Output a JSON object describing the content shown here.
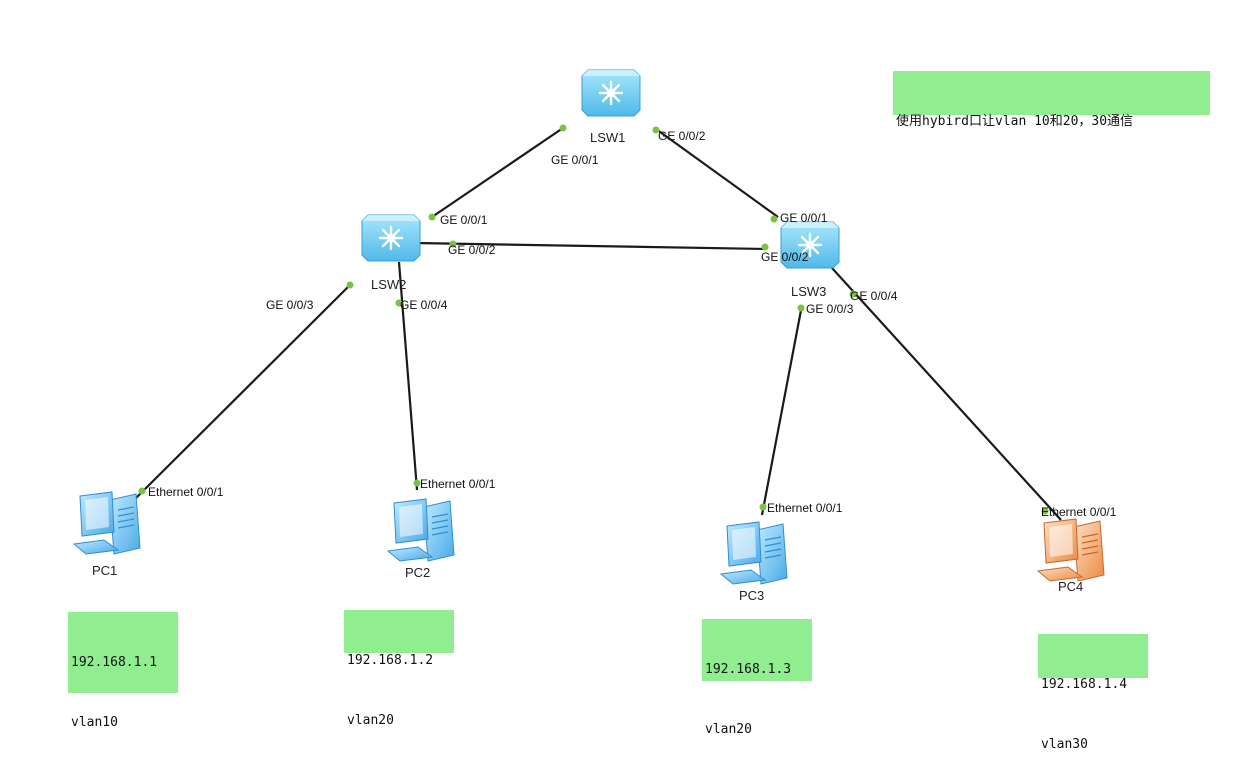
{
  "title_note": "使用hybird口让vlan 10和20，30通信",
  "switches": {
    "lsw1": {
      "name": "LSW1"
    },
    "lsw2": {
      "name": "LSW2"
    },
    "lsw3": {
      "name": "LSW3"
    }
  },
  "pcs": [
    {
      "name": "PC1",
      "ip": "192.168.1.1",
      "vlan": "vlan10",
      "color": "#5ec3f2"
    },
    {
      "name": "PC2",
      "ip": "192.168.1.2",
      "vlan": "vlan20",
      "color": "#5ec3f2"
    },
    {
      "name": "PC3",
      "ip": "192.168.1.3",
      "vlan": "vlan20",
      "color": "#5ec3f2"
    },
    {
      "name": "PC4",
      "ip": "192.168.1.4",
      "vlan": "vlan30",
      "color": "#f2a46a"
    }
  ],
  "ports": {
    "lsw1_lsw2_a": "GE 0/0/1",
    "lsw1_lsw3_a": "GE 0/0/2",
    "lsw2_lsw1": "GE 0/0/1",
    "lsw2_lsw3": "GE 0/0/2",
    "lsw2_pc1": "GE 0/0/3",
    "lsw2_pc2": "GE 0/0/4",
    "lsw3_lsw1": "GE 0/0/1",
    "lsw3_lsw2": "GE 0/0/2",
    "lsw3_pc3": "GE 0/0/3",
    "lsw3_pc4": "GE 0/0/4",
    "pc1": "Ethernet 0/0/1",
    "pc2": "Ethernet 0/0/1",
    "pc3": "Ethernet 0/0/1",
    "pc4": "Ethernet 0/0/1"
  },
  "colors": {
    "note_bg": "#90ee90",
    "port_dot": "#7cc242",
    "switch": "#5ec3f2"
  }
}
